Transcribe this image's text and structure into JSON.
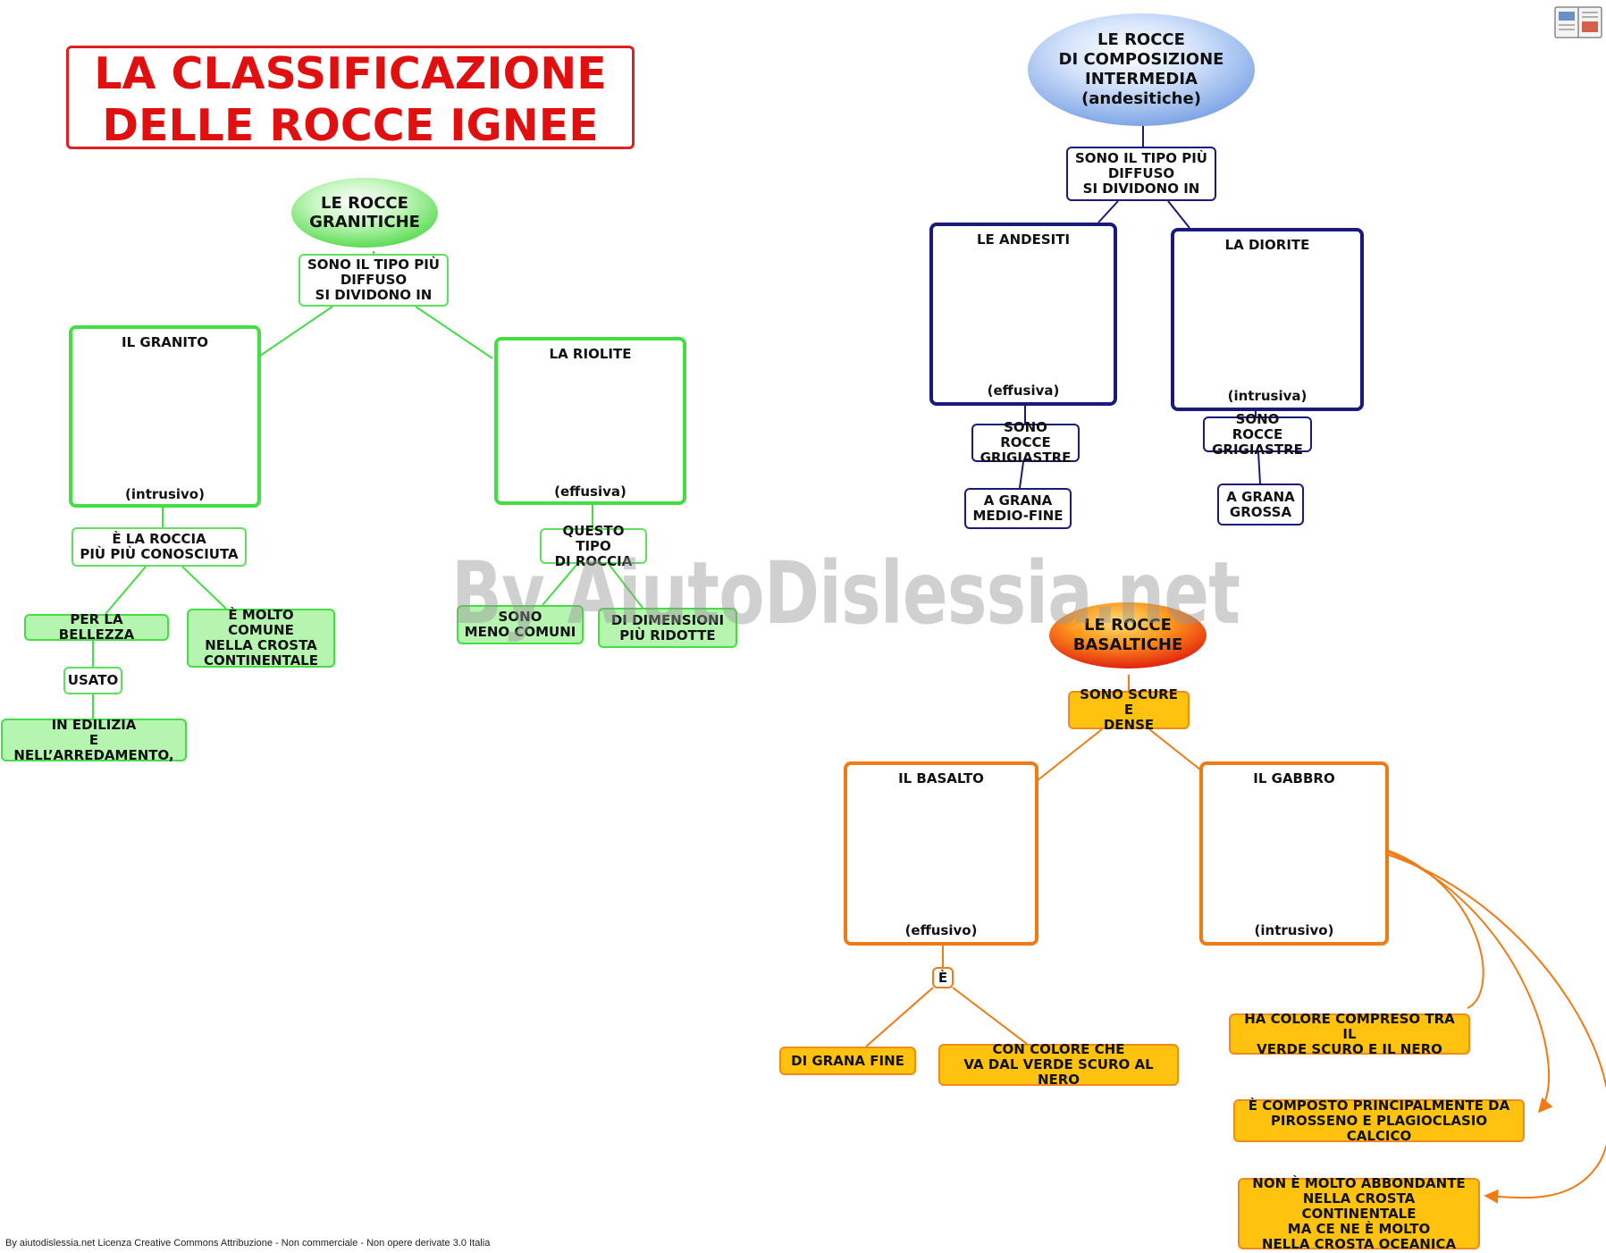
{
  "title": "LA CLASSIFICAZIONE\nDELLE ROCCE IGNEE",
  "watermark": "By AiutoDislessia.net",
  "footer": "By aiutodislessia.net Licenza Creative Commons Attribuzione - Non commerciale - Non opere derivate 3.0 Italia",
  "colors": {
    "green": "#44dd44",
    "green_fill": "#b6f5b0",
    "blue": "#1a1a7a",
    "blue_oval": "#a9c4f0",
    "orange": "#f08a1a",
    "orange_fill": "#ffc20e",
    "red_title": "#e01010"
  },
  "granitiche": {
    "head": "LE ROCCE\nGRANITICHE",
    "link": "SONO IL TIPO PIÙ\nDIFFUSO\nSI DIVIDONO IN",
    "granito": {
      "name": "IL GRANITO",
      "type": "(intrusivo)",
      "facts": [
        "È LA ROCCIA\nPIÙ  PIÙ CONOSCIUTA",
        "PER LA BELLEZZA",
        "È MOLTO COMUNE\nNELLA CROSTA\nCONTINENTALE",
        "USATO",
        "IN EDILIZIA\nE NELL’ARREDAMENTO,"
      ]
    },
    "riolite": {
      "name": "LA RIOLITE",
      "type": "(effusiva)",
      "facts": [
        "QUESTO TIPO\nDI ROCCIA",
        "SONO\nMENO COMUNI",
        "DI DIMENSIONI\nPIÙ RIDOTTE"
      ]
    }
  },
  "intermedia": {
    "head": "LE ROCCE\nDI COMPOSIZIONE\nINTERMEDIA\n(andesitiche)",
    "link": "SONO IL TIPO PIÙ\nDIFFUSO\nSI DIVIDONO IN",
    "andesiti": {
      "name": "LE ANDESITI",
      "type": "(effusiva)",
      "facts": [
        "SONO ROCCE\nGRIGIASTRE",
        "A GRANA\nMEDIO-FINE"
      ]
    },
    "diorite": {
      "name": "LA DIORITE",
      "type": "(intrusiva)",
      "facts": [
        "SONO ROCCE\nGRIGIASTRE",
        "A GRANA\nGROSSA"
      ]
    }
  },
  "basaltiche": {
    "head": "LE ROCCE\nBASALTICHE",
    "link": "SONO  SCURE E\nDENSE",
    "basalto": {
      "name": "IL BASALTO",
      "type": "(effusivo)",
      "link": "È",
      "facts": [
        "DI GRANA FINE",
        "CON COLORE CHE\nVA DAL VERDE SCURO AL NERO"
      ]
    },
    "gabbro": {
      "name": "IL GABBRO",
      "type": "(intrusivo)",
      "facts": [
        "HA COLORE COMPRESO TRA IL\nVERDE SCURO E IL NERO",
        "È COMPOSTO PRINCIPALMENTE DA\nPIROSSENO E PLAGIOCLASIO CALCICO",
        "NON È MOLTO ABBONDANTE\nNELLA CROSTA CONTINENTALE\nMA CE NE È MOLTO\nNELLA CROSTA OCEANICA"
      ]
    }
  }
}
